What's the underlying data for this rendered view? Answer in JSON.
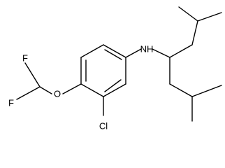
{
  "molecule": {
    "atoms": {
      "amine": "NH",
      "chlorine": "Cl",
      "ether_oxygen": "O",
      "fluorine_upper": "F",
      "fluorine_lower": "F"
    }
  }
}
